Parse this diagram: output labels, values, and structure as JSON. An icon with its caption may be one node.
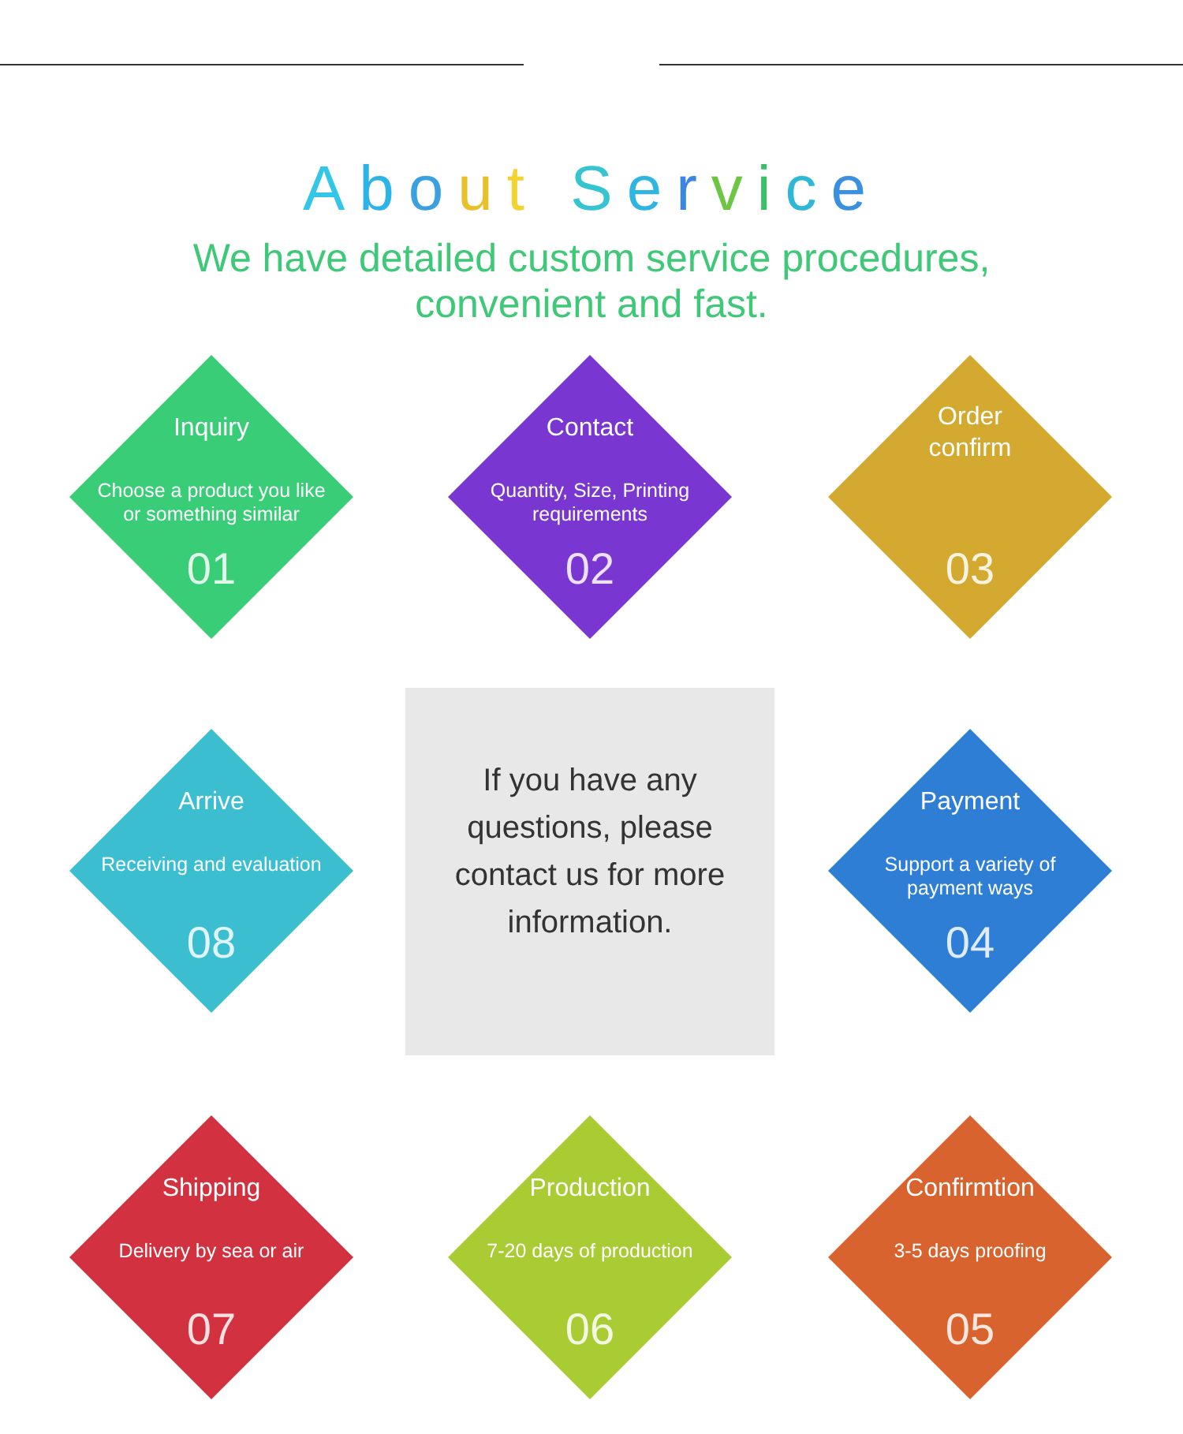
{
  "diagram": {
    "title": "About Service",
    "caption": "We have detailed custom service procedures, convenient and fast.",
    "nodes": [
      {
        "text": [
          "Inquiry",
          "Choose a product you like or something similar",
          "01"
        ]
      },
      {
        "text": [
          "Contact",
          "Quantity, Size, Printing requirements",
          "02"
        ]
      },
      {
        "text": [
          "Order confirm",
          "03"
        ]
      },
      {
        "text": [
          "Arrive",
          "Receiving and evaluation",
          "08"
        ]
      },
      {
        "text": [
          "If you have any questions, please contact us for more information."
        ]
      },
      {
        "text": [
          "Payment",
          "Support a variety of payment ways",
          "04"
        ]
      },
      {
        "text": [
          "Shipping",
          "Delivery by sea or air",
          "07"
        ]
      },
      {
        "text": [
          "Production",
          "7-20 days of production",
          "06"
        ]
      },
      {
        "text": [
          "Confirmtion",
          "3-5 days proofing",
          "05"
        ]
      }
    ]
  }
}
